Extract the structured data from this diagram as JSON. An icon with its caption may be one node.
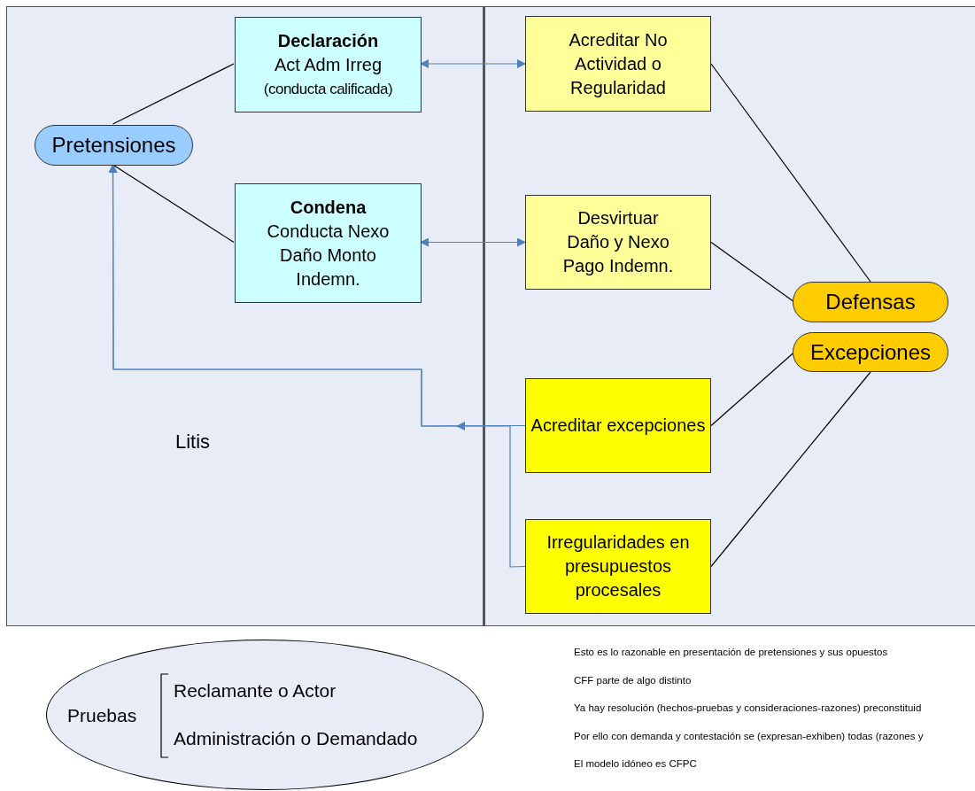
{
  "diagram": {
    "nodes": [
      {
        "text": [
          "Litis"
        ]
      },
      {
        "text": [
          "Declaración",
          "Act Adm Irreg",
          "(conducta calificada)"
        ],
        "in": 0
      },
      {
        "text": [
          "Pretensiones"
        ],
        "in": 0
      },
      {
        "text": [
          "Condena",
          "Conducta Nexo Daño Monto Indemn."
        ],
        "in": 0
      },
      {
        "text": [
          "Acreditar No Actividad o Regularidad"
        ]
      },
      {
        "text": [
          "Desvirtuar Daño y Nexo Pago Indemn."
        ]
      },
      {
        "text": [
          "Defensas"
        ]
      },
      {
        "text": [
          "Excepciones"
        ]
      },
      {
        "text": [
          "Acreditar excepciones"
        ]
      },
      {
        "text": [
          "Irregularidades en presupuestos procesales"
        ]
      },
      {
        "text": [
          "Pruebas",
          "Reclamante o Actor",
          "Administración o Demandado"
        ]
      }
    ],
    "edges": [
      {
        "from": 2,
        "to": 1,
        "arrow": "none"
      },
      {
        "from": 2,
        "to": 3,
        "arrow": "none"
      },
      {
        "from": 1,
        "to": 4,
        "arrow": "both",
        "color": "#4f81bd"
      },
      {
        "from": 3,
        "to": 5,
        "arrow": "both",
        "color": "#4f81bd"
      },
      {
        "from": 4,
        "to": 6,
        "arrow": "none"
      },
      {
        "from": 5,
        "to": 6,
        "arrow": "none"
      },
      {
        "from": 7,
        "to": 8,
        "arrow": "none"
      },
      {
        "from": 7,
        "to": 9,
        "arrow": "none"
      },
      {
        "from": 8,
        "to": 2,
        "arrow": "to",
        "color": "#4f81bd"
      },
      {
        "from": 9,
        "to": 2,
        "arrow": "to",
        "color": "#4f81bd"
      }
    ],
    "labels": [
      "Esto es lo razonable en presentación de pretensiones y sus opuestos",
      "CFF parte de algo distinto",
      "Ya hay resolución (hechos-pruebas y consideraciones-razones) preconstituid",
      "Por ello con demanda y contestación se (expresan-exhiben) todas (razones y",
      "El modelo idóneo es CFPC"
    ]
  }
}
